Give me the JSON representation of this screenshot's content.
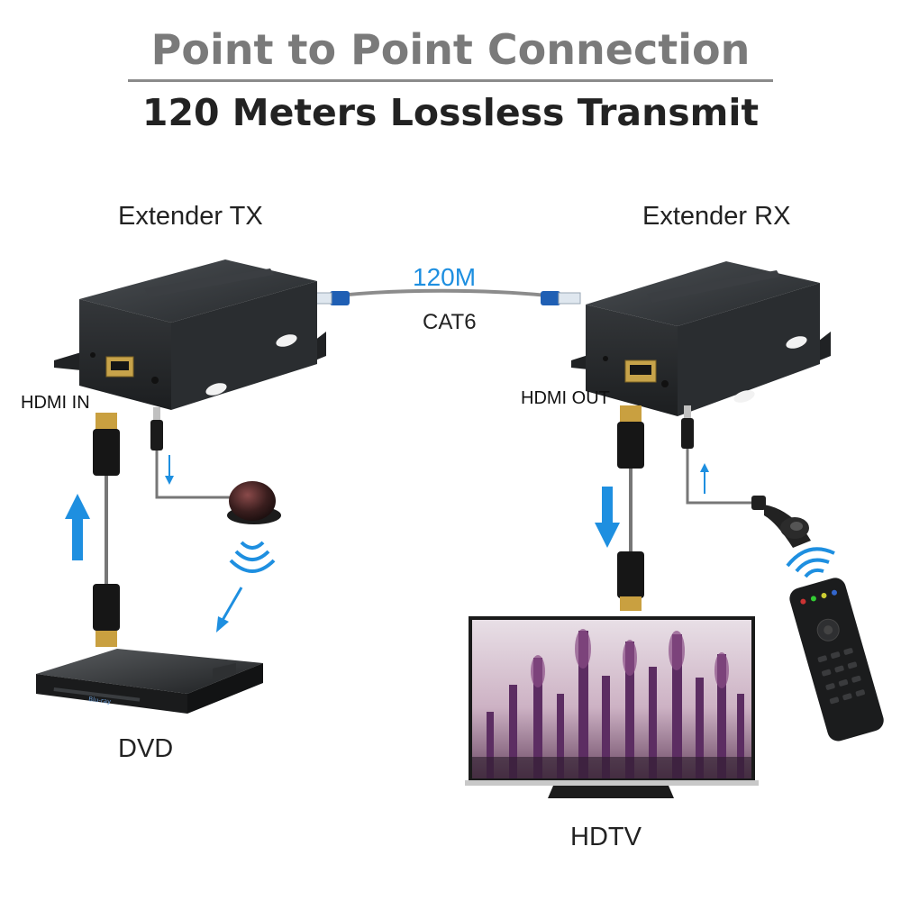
{
  "header": {
    "title": "Point to Point Connection",
    "subtitle": "120 Meters Lossless Transmit"
  },
  "tx": {
    "label": "Extender TX",
    "hdmi_label": "HDMI IN"
  },
  "rx": {
    "label": "Extender RX",
    "hdmi_label": "HDMI OUT"
  },
  "cable": {
    "length": "120M",
    "type": "CAT6"
  },
  "source": {
    "label": "DVD"
  },
  "display": {
    "label": "HDTV"
  },
  "colors": {
    "accent": "#1e8fe0",
    "device_body": "#2e3134",
    "rj45_blue": "#1f5fb4"
  }
}
